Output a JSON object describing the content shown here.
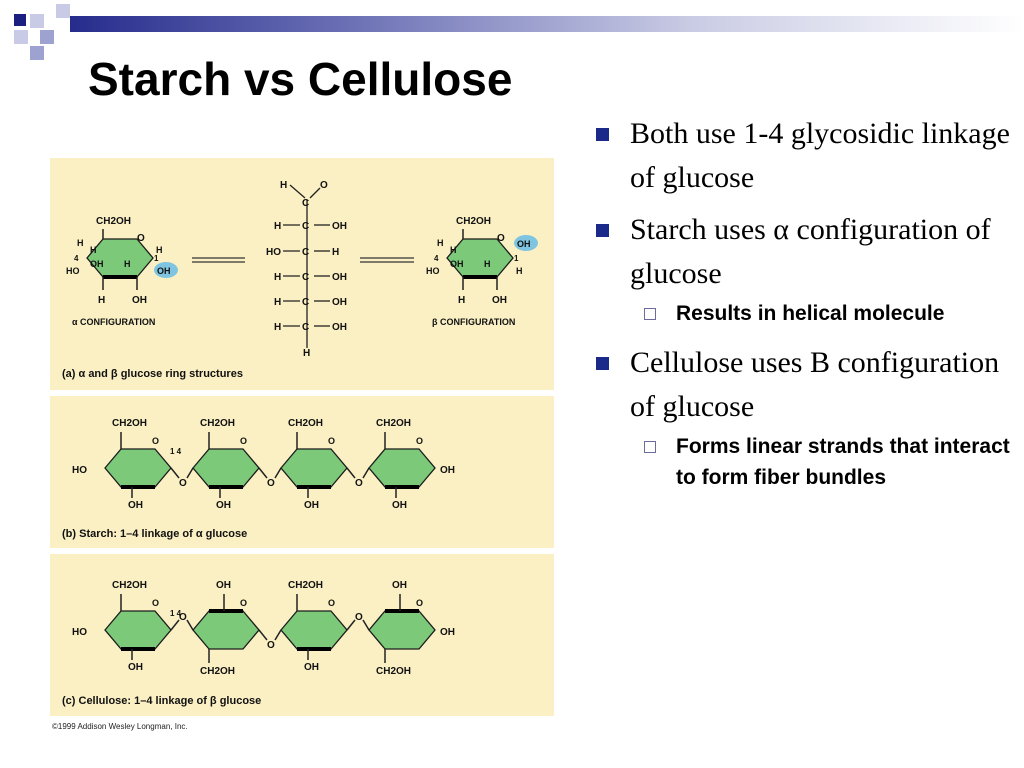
{
  "slide": {
    "title": "Starch vs Cellulose",
    "accent_color": "#1b2a8a",
    "bar_color": "#262c8c",
    "bullets": [
      {
        "text": "Both use 1-4 glycosidic linkage of glucose",
        "subs": []
      },
      {
        "text": "Starch uses α configuration of glucose",
        "subs": [
          "Results in helical molecule"
        ]
      },
      {
        "text": "Cellulose uses B configuration of glucose",
        "subs": [
          "Forms linear strands that interact to form fiber bundles"
        ]
      }
    ]
  },
  "figure": {
    "panel_color": "#fbf0c4",
    "ring_color": "#7cc97a",
    "highlight_color": "#7fc4e0",
    "panel_a": {
      "caption": "(a) α and β glucose ring structures",
      "alpha_label": "α CONFIGURATION",
      "beta_label": "β CONFIGURATION",
      "ch2oh": "CH2OH",
      "h": "H",
      "oh": "OH",
      "o": "O",
      "ho": "HO",
      "c": "C",
      "n4": "4",
      "n1": "1"
    },
    "panel_b": {
      "caption": "(b) Starch: 1–4 linkage of α glucose"
    },
    "panel_c": {
      "caption": "(c) Cellulose: 1–4 linkage of β glucose"
    },
    "link_numbers": "1  4",
    "copyright": "©1999 Addison Wesley Longman, Inc."
  }
}
